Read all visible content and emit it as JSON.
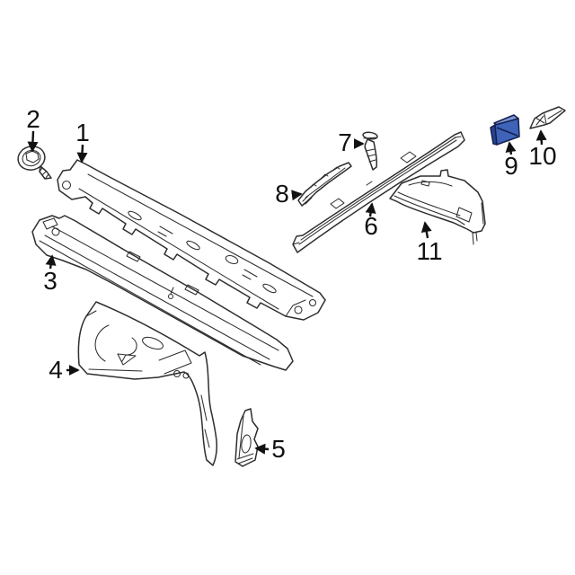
{
  "diagram": {
    "kind": "exploded-parts-line-drawing",
    "colors": {
      "background": "#ffffff",
      "line": "#2e2e2e",
      "label": "#111111",
      "highlight-fill": "#3e63b8",
      "highlight-dark": "#2a4390",
      "highlight-light": "#7b96d8",
      "highlight-outline": "#141f4d"
    },
    "callouts": [
      {
        "number": "1",
        "part": "cowl-top-grille-panel",
        "highlighted": false
      },
      {
        "number": "2",
        "part": "screw-fastener",
        "highlighted": false
      },
      {
        "number": "3",
        "part": "cowl-lower-panel",
        "highlighted": false
      },
      {
        "number": "4",
        "part": "cowl-side-panel",
        "highlighted": false
      },
      {
        "number": "5",
        "part": "cowl-side-bracket",
        "highlighted": false
      },
      {
        "number": "6",
        "part": "windshield-frame-rail",
        "highlighted": false
      },
      {
        "number": "7",
        "part": "push-pin-retainer",
        "highlighted": false
      },
      {
        "number": "8",
        "part": "trim-strip",
        "highlighted": false
      },
      {
        "number": "9",
        "part": "cowl-end-bracket",
        "highlighted": true
      },
      {
        "number": "10",
        "part": "cowl-end-seal",
        "highlighted": false
      },
      {
        "number": "11",
        "part": "air-intake-duct",
        "highlighted": false
      }
    ]
  }
}
